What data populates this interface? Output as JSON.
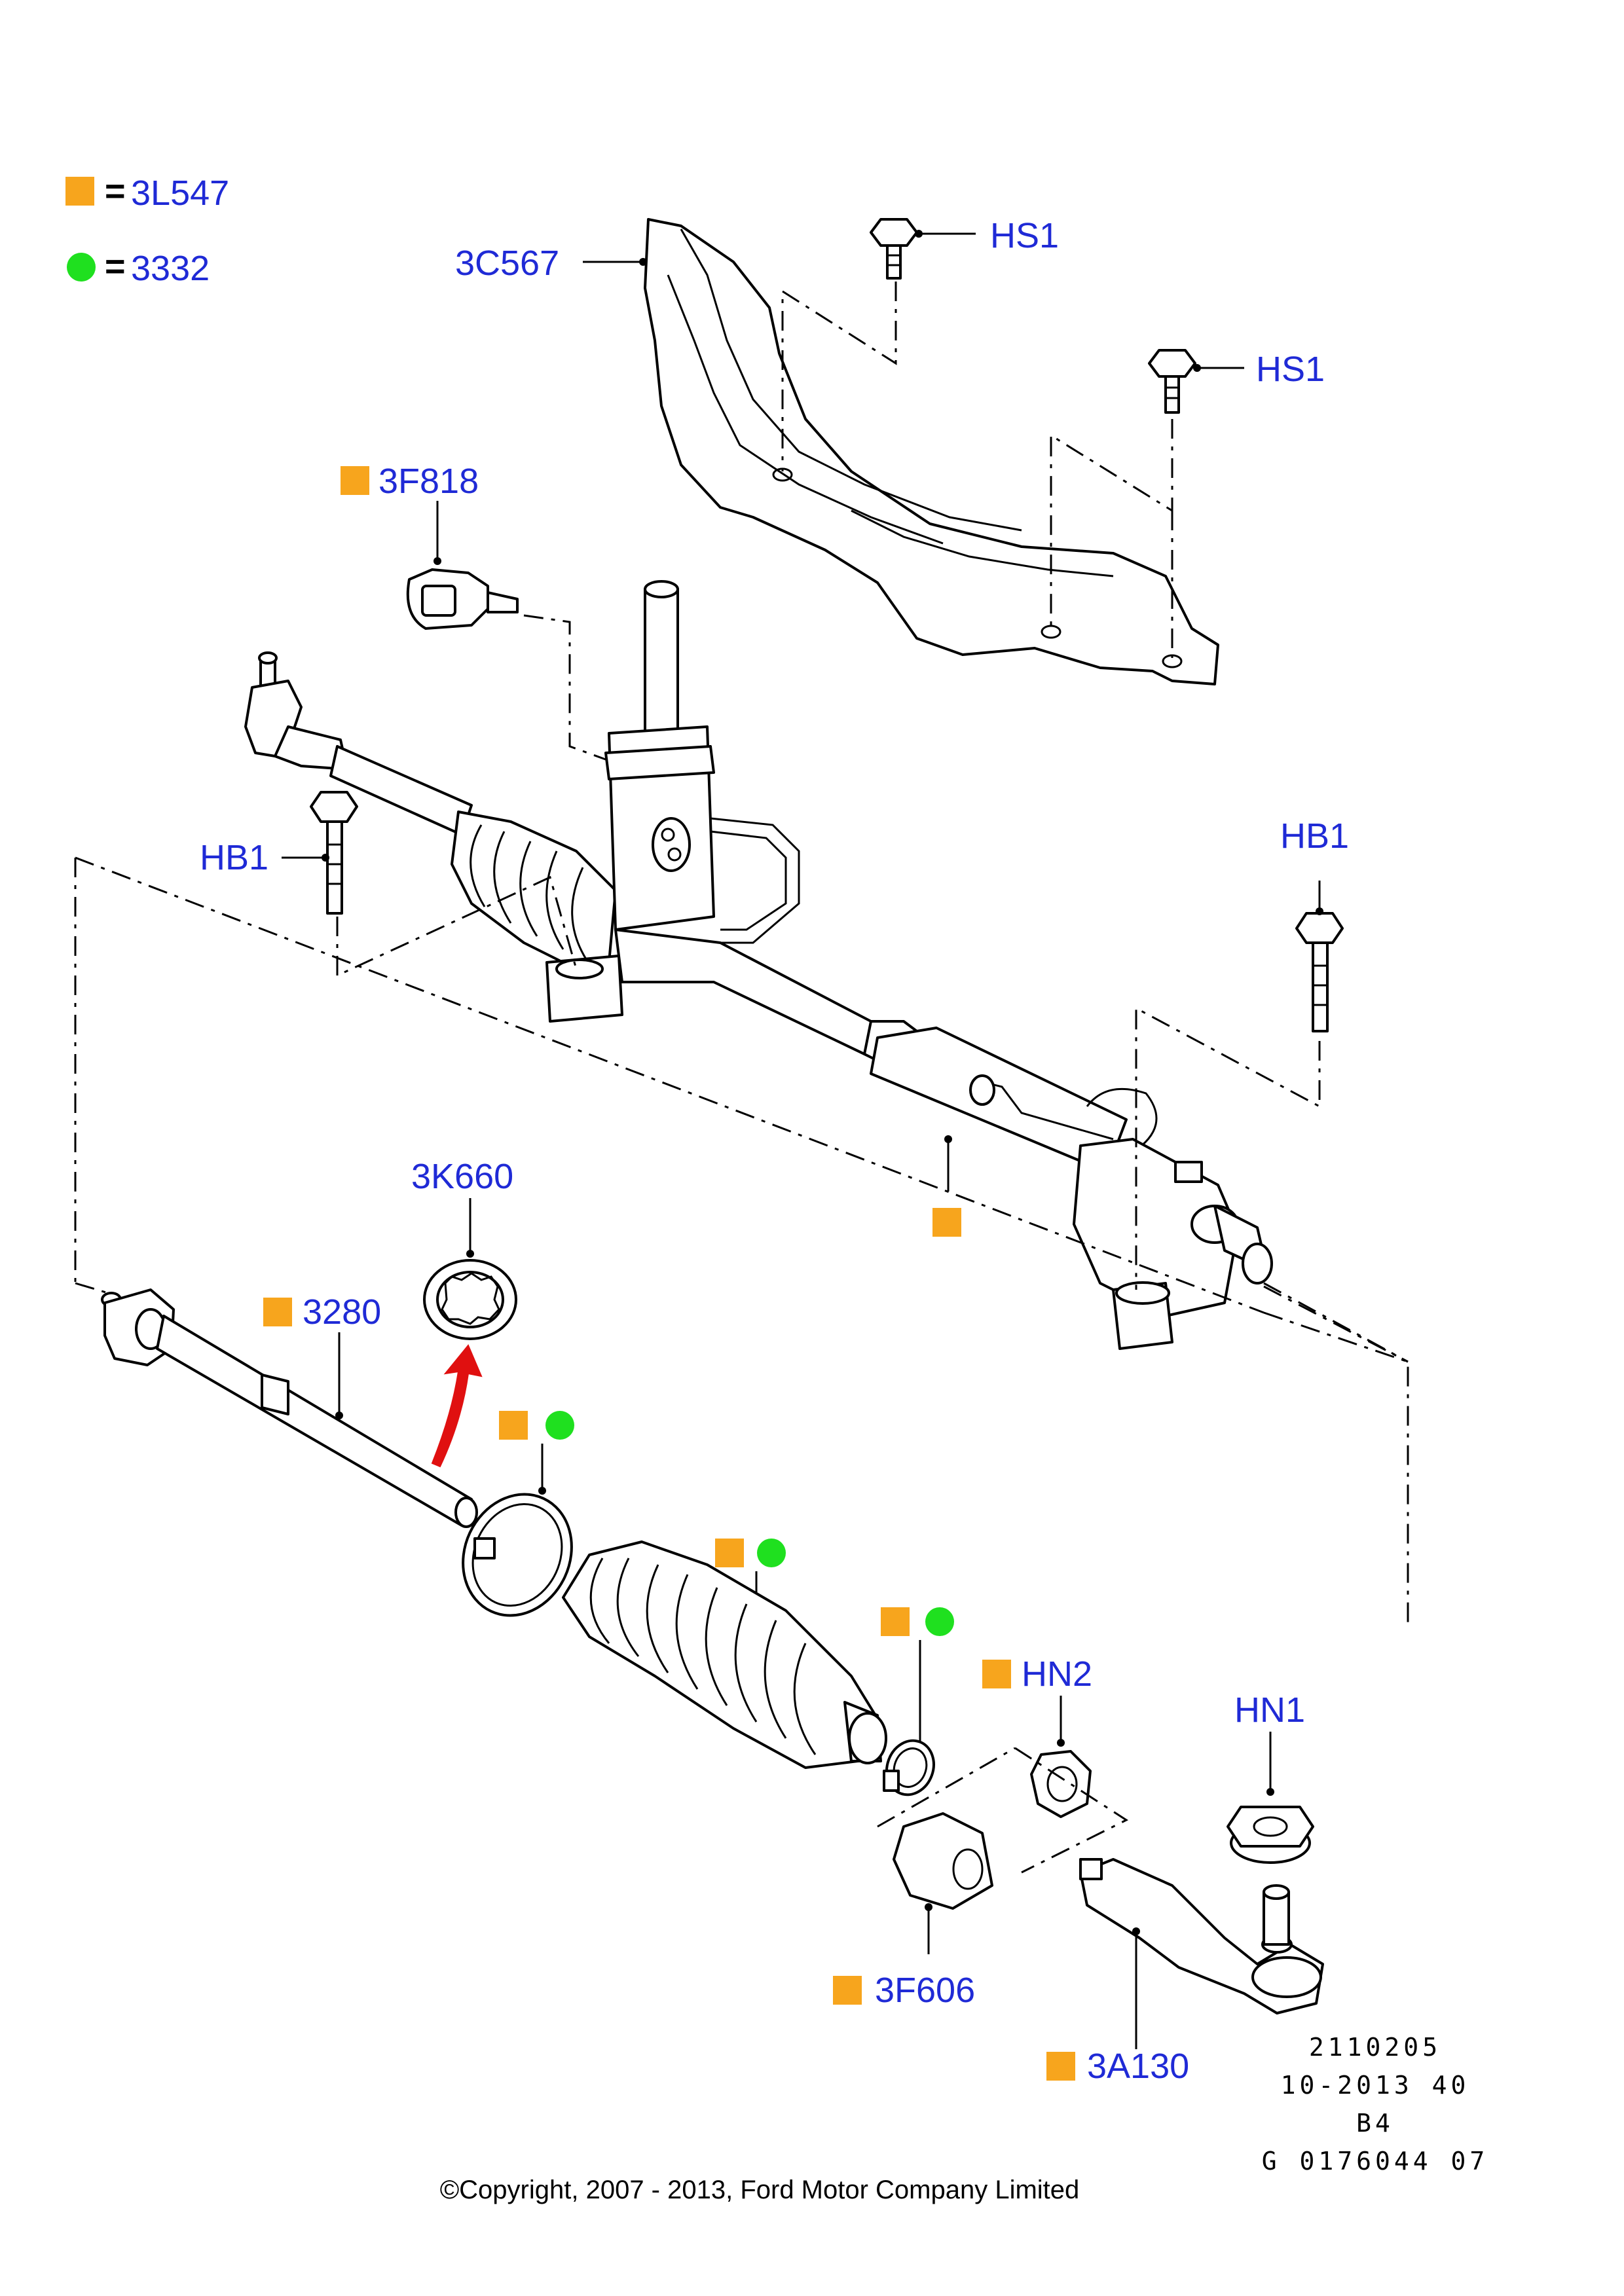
{
  "legend": {
    "square_code": "3L547",
    "circle_code": "3332",
    "equals": "="
  },
  "colors": {
    "square_marker": "#f7a51d",
    "circle_marker": "#1fe01f",
    "label_text": "#1f2ad6",
    "arrow": "#e01010"
  },
  "labels": {
    "heat_shield": "3C567",
    "bolt_hs1_a": "HS1",
    "bolt_hs1_b": "HS1",
    "sensor": "3F818",
    "bolt_hb1_left": "HB1",
    "bolt_hb1_right": "HB1",
    "bushing": "3K660",
    "tie_rod": "3280",
    "nut_hn2": "HN2",
    "nut_hn1": "HN1",
    "adjuster": "3F606",
    "tie_rod_end": "3A130"
  },
  "reference": {
    "line1": "2110205",
    "line2": "10-2013 40",
    "line3": "B4",
    "line4": "G 0176044 07"
  },
  "copyright": "©Copyright, 2007 - 2013, Ford Motor Company Limited"
}
